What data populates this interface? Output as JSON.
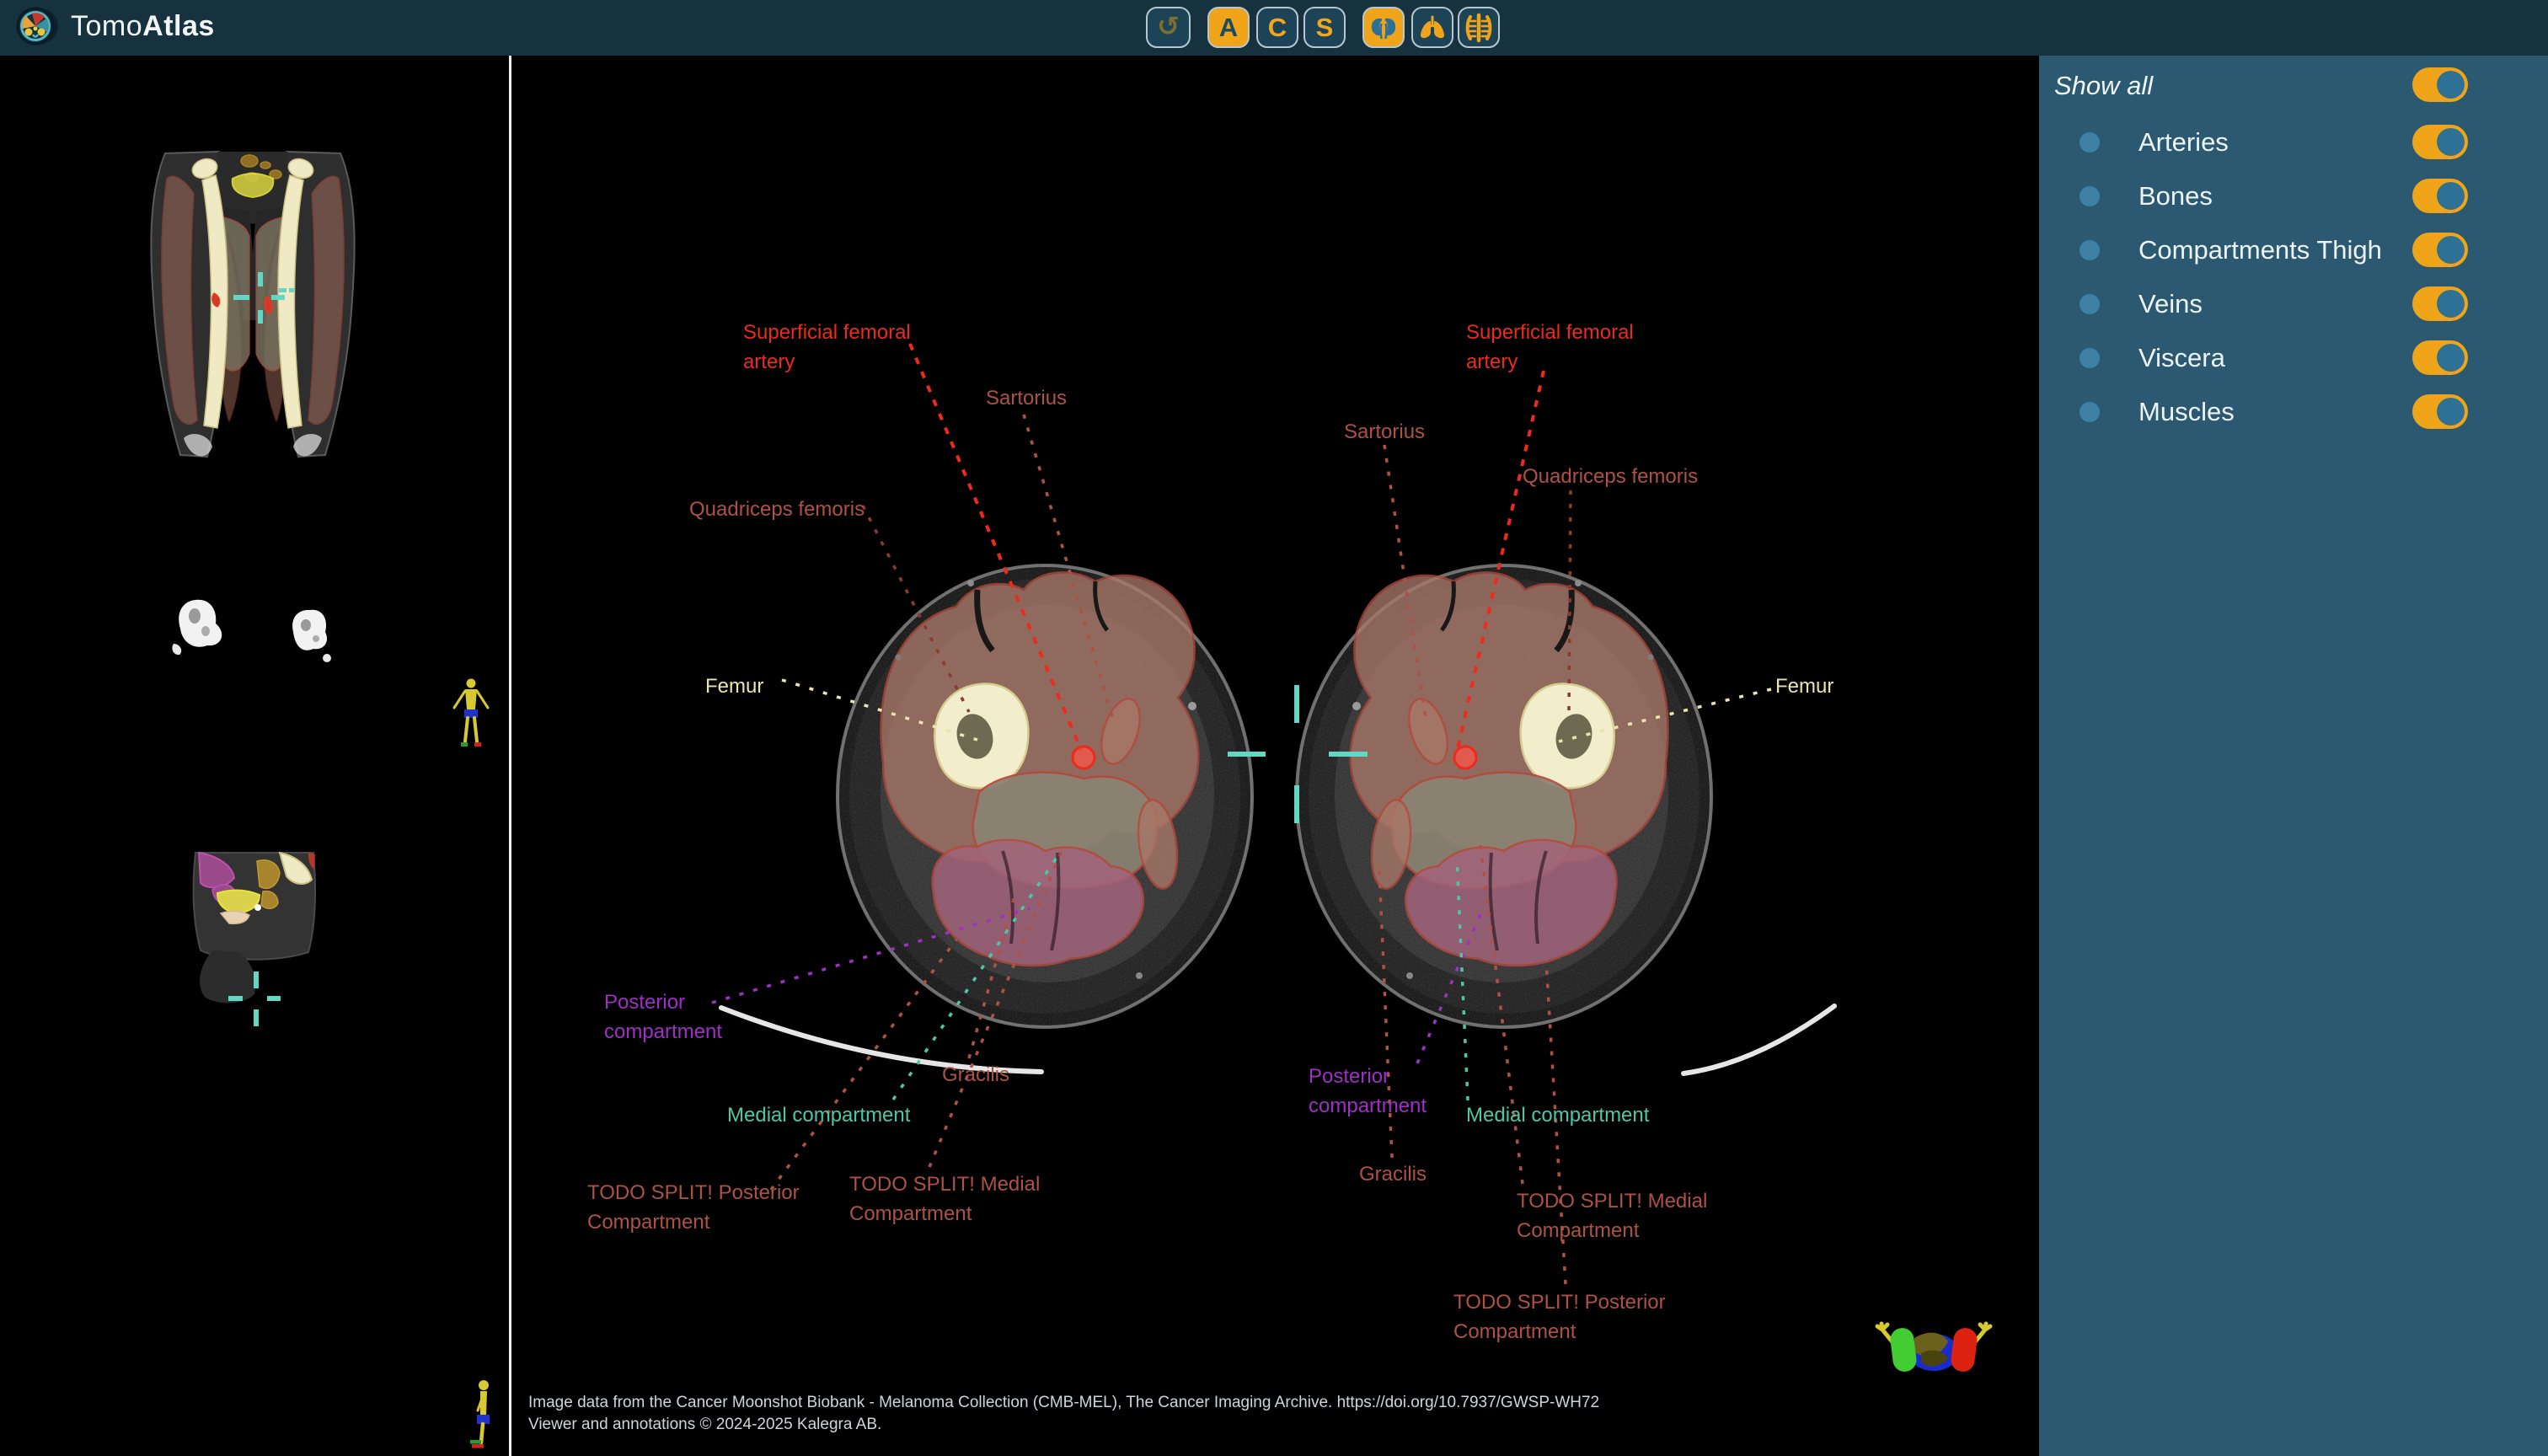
{
  "app": {
    "brand": {
      "light": "Tomo",
      "bold": "Atlas"
    }
  },
  "toolbar": {
    "buttons": [
      {
        "id": "reset-view",
        "icon": "undo-icon",
        "active": false
      },
      {
        "id": "axial-view",
        "label": "A",
        "active": true
      },
      {
        "id": "coronal-view",
        "label": "C",
        "active": false
      },
      {
        "id": "sagittal-view",
        "label": "S",
        "active": false
      },
      {
        "id": "viscera-preset",
        "icon": "kidneys-icon",
        "active": true
      },
      {
        "id": "lungs-preset",
        "icon": "lungs-icon",
        "active": false
      },
      {
        "id": "skeleton-preset",
        "icon": "ribcage-icon",
        "active": false
      }
    ],
    "undo_glyph": "↺"
  },
  "layers_panel": {
    "show_all_label": "Show all",
    "items": [
      {
        "label": "Arteries",
        "enabled": true
      },
      {
        "label": "Bones",
        "enabled": true
      },
      {
        "label": "Compartments Thigh",
        "enabled": true
      },
      {
        "label": "Veins",
        "enabled": true
      },
      {
        "label": "Viscera",
        "enabled": true
      },
      {
        "label": "Muscles",
        "enabled": true
      }
    ]
  },
  "annotations": {
    "sfa_left": {
      "line1": "Superficial femoral",
      "line2": "artery"
    },
    "sartorius_left": {
      "line1": "Sartorius"
    },
    "quadriceps_left": {
      "line1": "Quadriceps femoris"
    },
    "femur_left": {
      "line1": "Femur"
    },
    "posterior_left": {
      "line1": "Posterior",
      "line2": "compartment"
    },
    "medial_left": {
      "line1": "Medial compartment"
    },
    "gracilis_left": {
      "line1": "Gracilis"
    },
    "todo_posterior_left": {
      "line1": "TODO SPLIT! Posterior",
      "line2": "Compartment"
    },
    "todo_medial_left": {
      "line1": "TODO SPLIT! Medial",
      "line2": "Compartment"
    },
    "sfa_right": {
      "line1": "Superficial femoral",
      "line2": "artery"
    },
    "sartorius_right": {
      "line1": "Sartorius"
    },
    "quadriceps_right": {
      "line1": "Quadriceps femoris"
    },
    "femur_right": {
      "line1": "Femur"
    },
    "posterior_right": {
      "line1": "Posterior",
      "line2": "compartment"
    },
    "medial_right": {
      "line1": "Medial compartment"
    },
    "gracilis_right": {
      "line1": "Gracilis"
    },
    "todo_medial_right": {
      "line1": "TODO SPLIT! Medial",
      "line2": "Compartment"
    },
    "todo_posterior_right": {
      "line1": "TODO SPLIT! Posterior",
      "line2": "Compartment"
    }
  },
  "footer": {
    "line1": "Image data from the Cancer Moonshot Biobank - Melanoma Collection (CMB-MEL), The Cancer Imaging Archive. https://doi.org/10.7937/GWSP-WH72",
    "line2": "Viewer and annotations © 2024-2025 Kalegra AB."
  },
  "colors": {
    "topbar_bg": "#16323e",
    "panel_bg": "#2b5972",
    "accent_orange": "#f0a41a",
    "toggle_knob": "#2f7195",
    "label_red": "#ed2a1b",
    "label_brick": "#ad5244",
    "label_purple": "#9d30c5",
    "label_teal": "#4cc8a8",
    "label_cream": "#e9e5ae",
    "crosshair_teal": "#63d6c4"
  }
}
